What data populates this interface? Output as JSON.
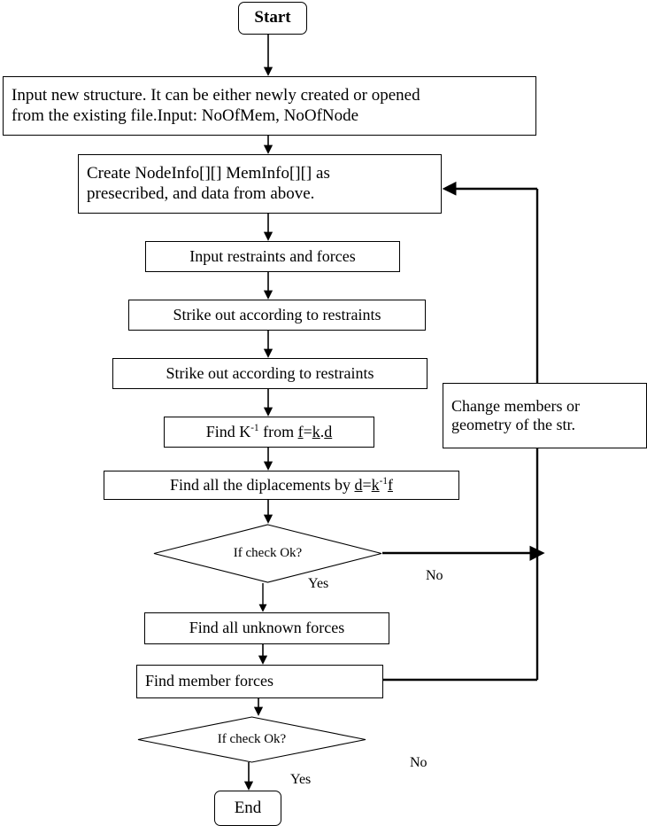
{
  "diagram": {
    "title": "Structural analysis program flowchart",
    "stroke_color": "#000000",
    "background_color": "#ffffff",
    "nodes": [
      {
        "id": "start",
        "shape": "terminal",
        "label": "Start"
      },
      {
        "id": "input",
        "shape": "process",
        "line1": "Input new structure. It can be either newly created or opened",
        "line2": "from the existing file.Input: NoOfMem, NoOfNode"
      },
      {
        "id": "create",
        "shape": "process",
        "line1": "Create NodeInfo[][] MemInfo[][] as",
        "line2": "presecribed, and data from above."
      },
      {
        "id": "restraints",
        "shape": "process",
        "label": "Input restraints and forces"
      },
      {
        "id": "strike1",
        "shape": "process",
        "label": "Strike out according to restraints"
      },
      {
        "id": "strike2",
        "shape": "process",
        "label": "Strike out according to restraints"
      },
      {
        "id": "findk",
        "shape": "process",
        "label": "Find K-1 from f=k.d"
      },
      {
        "id": "displace",
        "shape": "process",
        "label": "Find all the diplacements by d=k-1f"
      },
      {
        "id": "check1",
        "shape": "decision",
        "label": "If check Ok?"
      },
      {
        "id": "unknown",
        "shape": "process",
        "label": "Find all unknown forces"
      },
      {
        "id": "member",
        "shape": "process",
        "label": "Find member forces"
      },
      {
        "id": "check2",
        "shape": "decision",
        "label": "If check Ok?"
      },
      {
        "id": "change",
        "shape": "process",
        "line1": "Change members or",
        "line2": "geometry of the str."
      },
      {
        "id": "end",
        "shape": "terminal",
        "label": "End"
      }
    ],
    "edge_labels": {
      "check1_yes": "Yes",
      "check1_no": "No",
      "check2_yes": "Yes",
      "check2_no": "No"
    }
  }
}
